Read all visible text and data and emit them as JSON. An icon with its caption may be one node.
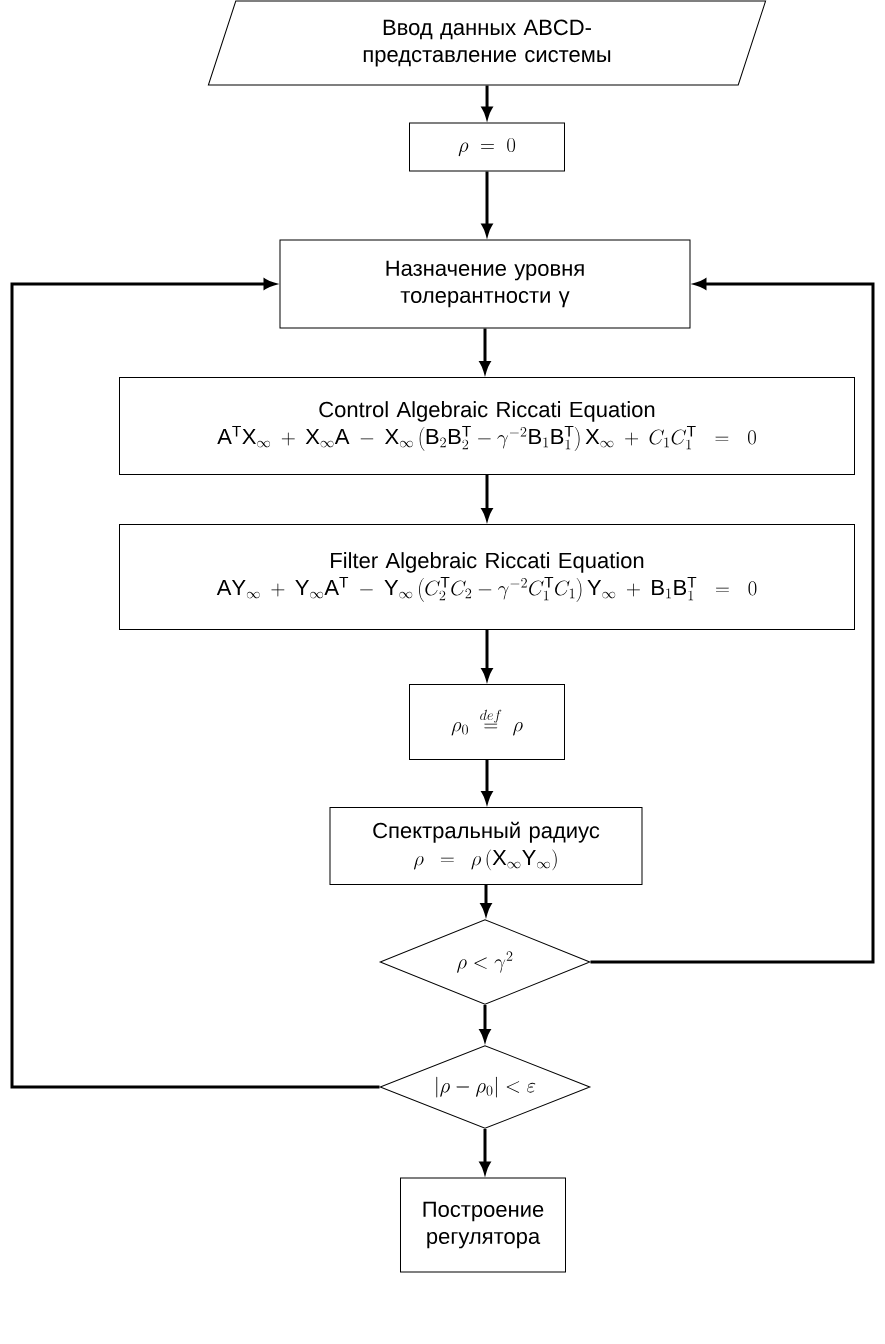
{
  "diagram": {
    "nodes": [
      {
        "text": [
          "Ввод данных ABCD-представление системы"
        ]
      },
      {
        "text": [
          "\\rho = 0"
        ]
      },
      {
        "text": [
          "Назначение уровня толерантности γ"
        ]
      },
      {
        "text": [
          "Control Algebraic Riccati Equation",
          "\\mathrm{A}^{\\mathrm{T}}\\mathrm{X}_\\infty + \\mathrm{X}_\\infty\\mathrm{A} - \\mathrm{X}_\\infty\\left(\\mathrm{B}_2\\mathrm{B}_2^{\\mathrm{T}} - \\gamma^{-2}\\mathrm{B}_1\\mathrm{B}_1^{\\mathrm{T}}\\right)\\mathrm{X}_\\infty + C_1C_1^{\\mathrm{T}} = 0"
        ]
      },
      {
        "text": [
          "Filter Algebraic Riccati Equation",
          "\\mathrm{A}\\mathrm{Y}_\\infty + \\mathrm{Y}_\\infty\\mathrm{A}^{\\mathrm{T}} - \\mathrm{Y}_\\infty\\left(C_2^{\\mathrm{T}}C_2 - \\gamma^{-2}C_1^{\\mathrm{T}}C_1\\right)\\mathrm{Y}_\\infty + \\mathrm{B}_1\\mathrm{B}_1^{\\mathrm{T}} = 0"
        ]
      },
      {
        "text": [
          "\\rho_0 \\stackrel{def}{=} \\rho"
        ]
      },
      {
        "text": [
          "Спектральный радиус",
          "\\rho = \\rho\\left(\\mathrm{X}_\\infty\\mathrm{Y}_\\infty\\right)"
        ]
      },
      {
        "text": [
          "\\rho < \\gamma^2"
        ]
      },
      {
        "text": [
          "\\left|\\rho - \\rho_0\\right| < \\varepsilon"
        ]
      },
      {
        "text": [
          "Построение регулятора"
        ]
      }
    ],
    "edges": [
      {
        "from": 0,
        "to": 1,
        "arrow": "to"
      },
      {
        "from": 1,
        "to": 2,
        "arrow": "to"
      },
      {
        "from": 2,
        "to": 3,
        "arrow": "to"
      },
      {
        "from": 3,
        "to": 4,
        "arrow": "to"
      },
      {
        "from": 4,
        "to": 5,
        "arrow": "to"
      },
      {
        "from": 5,
        "to": 6,
        "arrow": "to"
      },
      {
        "from": 6,
        "to": 7,
        "arrow": "to"
      },
      {
        "from": 7,
        "to": 8,
        "arrow": "to"
      },
      {
        "from": 8,
        "to": 9,
        "arrow": "to"
      },
      {
        "from": 8,
        "to": 2,
        "arrow": "to"
      },
      {
        "from": 7,
        "to": 2,
        "arrow": "to"
      }
    ]
  }
}
